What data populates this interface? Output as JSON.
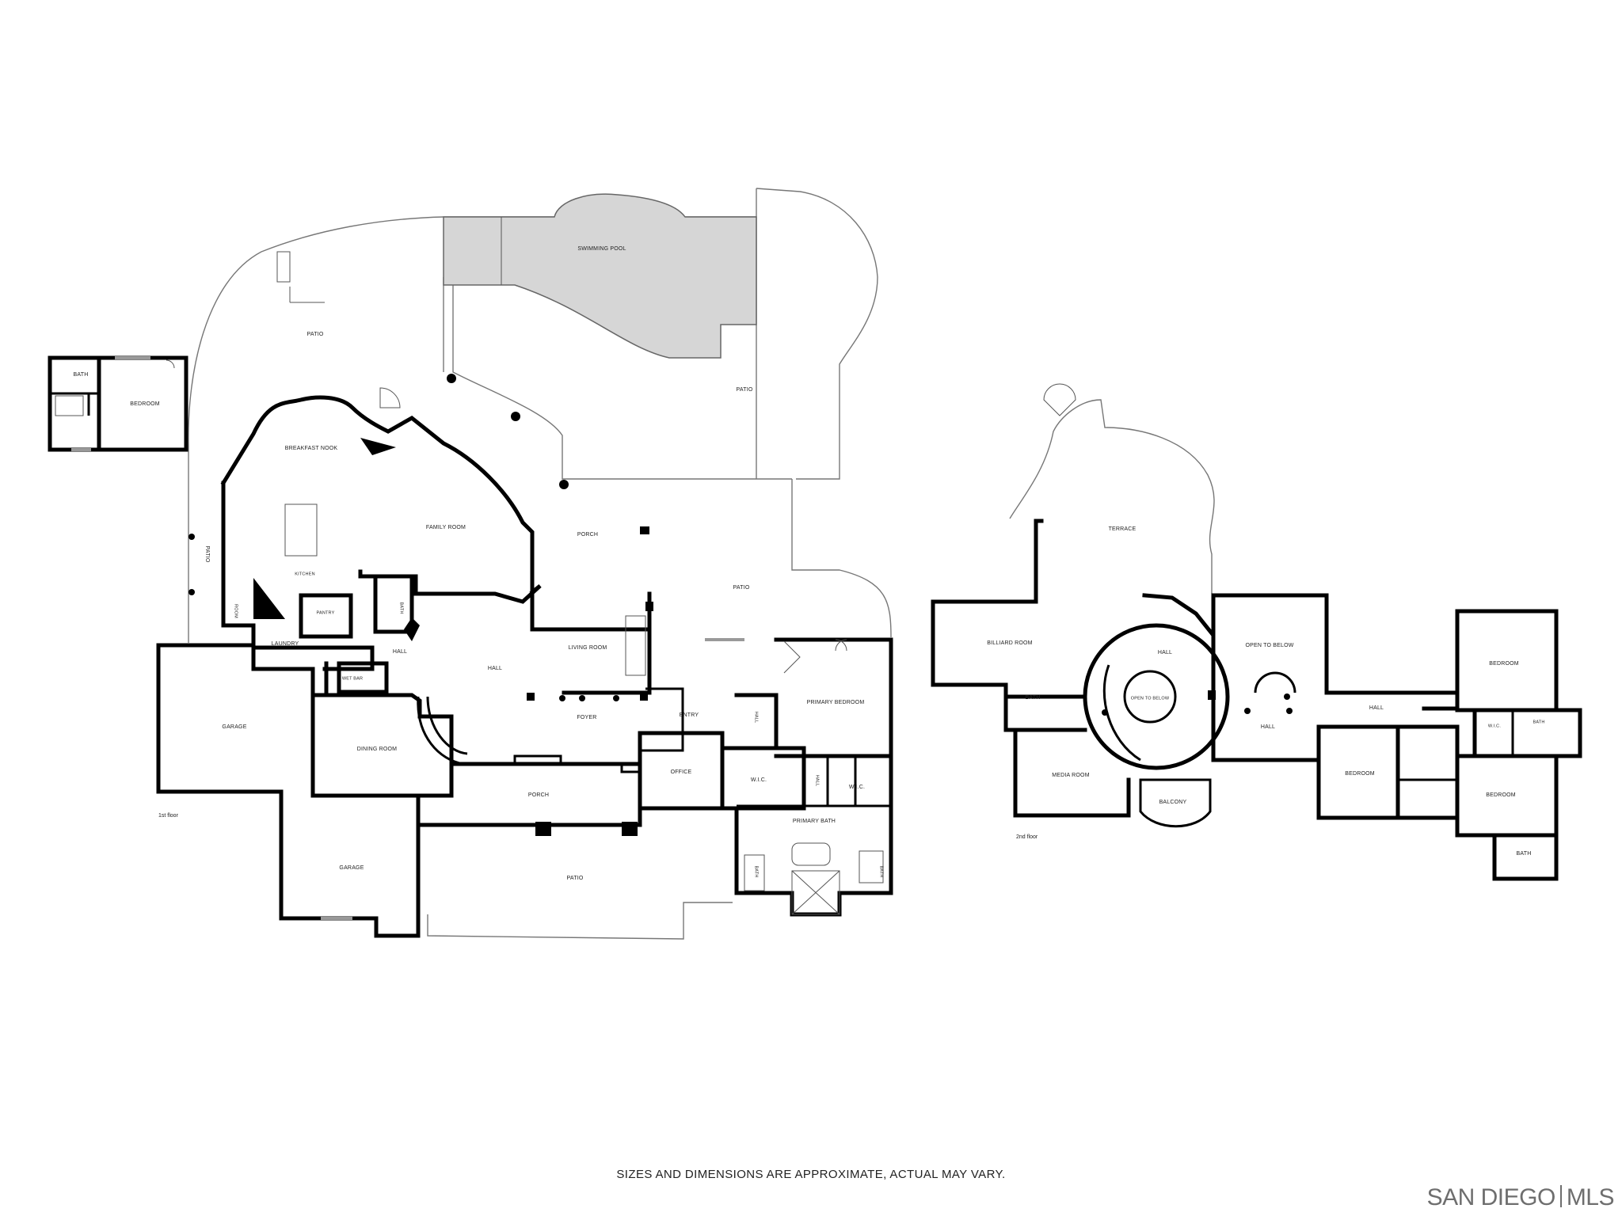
{
  "first_floor": {
    "label": "1st floor",
    "rooms": {
      "patio_north": "PATIO",
      "swimming_pool": "SWIMMING POOL",
      "patio_pool": "PATIO",
      "bath_guest": "BATH",
      "bedroom_guest": "BEDROOM",
      "breakfast_nook": "BREAKFAST NOOK",
      "patio_west": "PATIO",
      "kitchen": "KITCHEN",
      "pantry": "PANTRY",
      "family_room": "FAMILY ROOM",
      "porch_north": "PORCH",
      "patio_east": "PATIO",
      "bath_small": "BATH",
      "room": "ROOM",
      "laundry": "LAUNDRY",
      "hall_kitchen": "HALL",
      "hall_central": "HALL",
      "living_room": "LIVING ROOM",
      "wet_bar": "WET BAR",
      "garage_west": "GARAGE",
      "dining_room": "DINING ROOM",
      "foyer": "FOYER",
      "entry": "ENTRY",
      "hall_east": "HALL",
      "primary_bedroom": "PRIMARY BEDROOM",
      "office": "OFFICE",
      "wic_west": "W.I.C.",
      "hall_wic": "HALL",
      "wic_east": "W.I.C.",
      "porch_south": "PORCH",
      "primary_bath": "PRIMARY BATH",
      "bath_pb_left": "BATH",
      "bath_pb_right": "BATH",
      "garage_south": "GARAGE",
      "patio_south": "PATIO"
    }
  },
  "second_floor": {
    "label": "2nd floor",
    "rooms": {
      "terrace": "TERRACE",
      "billiard_room": "BILLIARD ROOM",
      "hall_upper": "HALL",
      "open_to_below_right": "OPEN TO BELOW",
      "open_to_below_center": "OPEN TO BELOW",
      "bath_billiard": "BATH",
      "media_room": "MEDIA ROOM",
      "balcony": "BALCONY",
      "hall_center": "HALL",
      "hall_east": "HALL",
      "bedroom_ne": "BEDROOM",
      "bath_ne": "BATH",
      "wic_ne": "W.I.C.",
      "bedroom_center": "BEDROOM",
      "bedroom_se": "BEDROOM",
      "bath_se": "BATH"
    }
  },
  "footer": {
    "disclaimer": "SIZES AND DIMENSIONS ARE APPROXIMATE, ACTUAL MAY VARY.",
    "brand_left": "SAN DIEGO",
    "brand_right": "MLS"
  },
  "colors": {
    "wall": "#000000",
    "pool": "#d6d6d6",
    "outline": "#777777"
  }
}
